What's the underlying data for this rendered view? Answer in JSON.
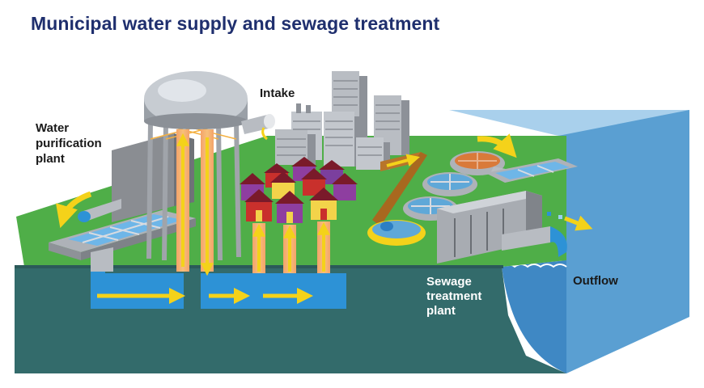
{
  "title": "Municipal water supply and sewage treatment",
  "labels": {
    "water_purification_plant": [
      "Water",
      "purification",
      "plant"
    ],
    "intake": "Intake",
    "sewage_treatment_plant": [
      "Sewage",
      "treatment",
      "plant"
    ],
    "outflow": "Outflow"
  },
  "colors": {
    "title": "#1f2f6e",
    "ground_top": "#4fae48",
    "ground_front": "#336b6b",
    "water": "#5fa8d8",
    "flow_arrow": "#f4d21a",
    "pipe": "#b8bcc2"
  }
}
